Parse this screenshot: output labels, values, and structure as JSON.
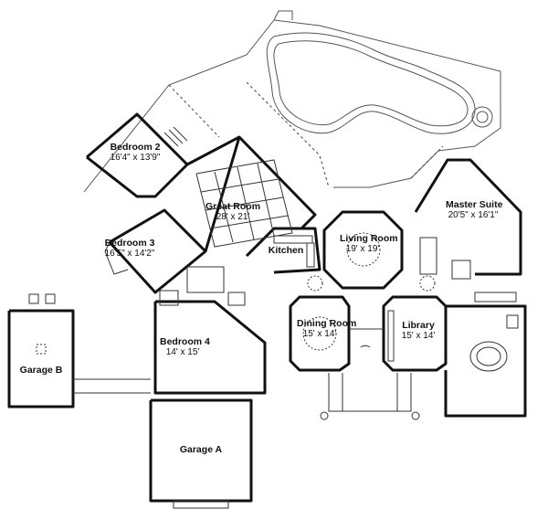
{
  "plan": {
    "colors": {
      "wall": "#111111",
      "line": "#555555",
      "background": "#ffffff"
    },
    "rooms": {
      "bedroom2": {
        "name": "Bedroom 2",
        "dims": "16'4\" x 13'9\""
      },
      "bedroom3": {
        "name": "Bedroom 3",
        "dims": "16'5\" x 14'2\""
      },
      "bedroom4": {
        "name": "Bedroom 4",
        "dims": "14' x 15'"
      },
      "great_room": {
        "name": "Great Room",
        "dims": "28' x 21'"
      },
      "kitchen": {
        "name": "Kitchen",
        "dims": ""
      },
      "living_room": {
        "name": "Living Room",
        "dims": "19' x 19'"
      },
      "master_suite": {
        "name": "Master Suite",
        "dims": "20'5\" x 16'1\""
      },
      "dining_room": {
        "name": "Dining Room",
        "dims": "15' x 14'"
      },
      "library": {
        "name": "Library",
        "dims": "15' x 14'"
      },
      "garage_a": {
        "name": "Garage A",
        "dims": ""
      },
      "garage_b": {
        "name": "Garage B",
        "dims": ""
      }
    }
  }
}
